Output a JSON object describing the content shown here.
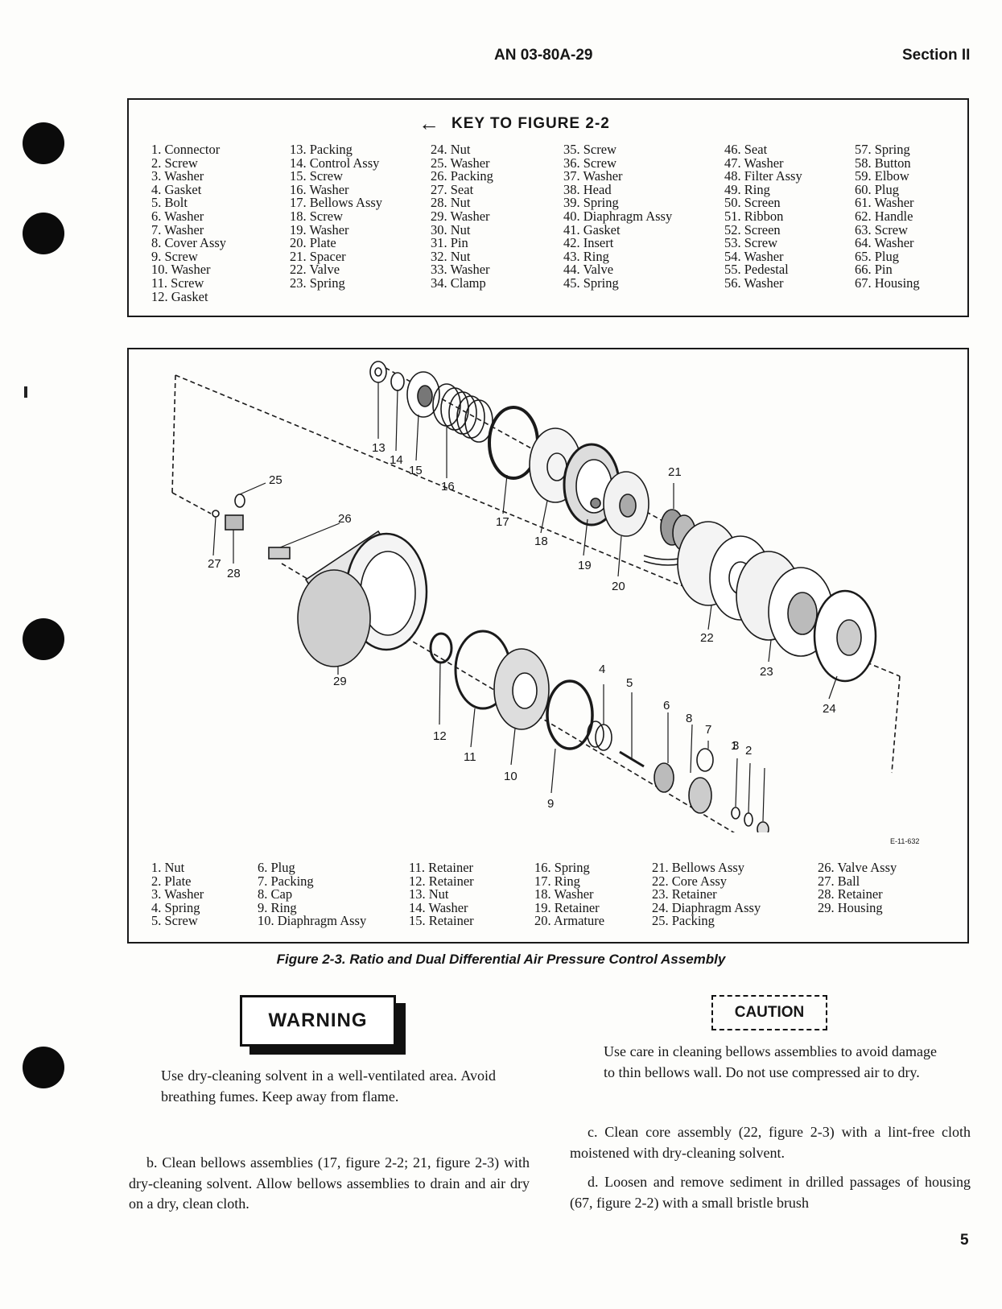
{
  "header": {
    "doc_number": "AN 03-80A-29",
    "section": "Section II"
  },
  "key": {
    "title": "KEY TO FIGURE 2-2",
    "columns": [
      [
        "1. Connector",
        "2. Screw",
        "3. Washer",
        "4. Gasket",
        "5. Bolt",
        "6. Washer",
        "7. Washer",
        "8. Cover Assy",
        "9. Screw",
        "10. Washer",
        "11. Screw",
        "12. Gasket"
      ],
      [
        "13. Packing",
        "14. Control Assy",
        "15. Screw",
        "16. Washer",
        "17. Bellows Assy",
        "18. Screw",
        "19. Washer",
        "20. Plate",
        "21. Spacer",
        "22. Valve",
        "23. Spring"
      ],
      [
        "24. Nut",
        "25. Washer",
        "26. Packing",
        "27. Seat",
        "28. Nut",
        "29. Washer",
        "30. Nut",
        "31. Pin",
        "32. Nut",
        "33. Washer",
        "34. Clamp"
      ],
      [
        "35. Screw",
        "36. Screw",
        "37. Washer",
        "38. Head",
        "39. Spring",
        "40. Diaphragm Assy",
        "41. Gasket",
        "42. Insert",
        "43. Ring",
        "44. Valve",
        "45. Spring"
      ],
      [
        "46. Seat",
        "47. Washer",
        "48. Filter Assy",
        "49. Ring",
        "50. Screen",
        "51. Ribbon",
        "52. Screen",
        "53. Screw",
        "54. Washer",
        "55. Pedestal",
        "56. Washer"
      ],
      [
        "57. Spring",
        "58. Button",
        "59. Elbow",
        "60. Plug",
        "61. Washer",
        "62. Handle",
        "63. Screw",
        "64. Washer",
        "65. Plug",
        "66. Pin",
        "67. Housing"
      ]
    ]
  },
  "figure": {
    "callouts": [
      "1",
      "2",
      "3",
      "4",
      "5",
      "6",
      "7",
      "8",
      "9",
      "10",
      "11",
      "12",
      "13",
      "14",
      "15",
      "16",
      "17",
      "18",
      "19",
      "20",
      "21",
      "22",
      "23",
      "24",
      "25",
      "26",
      "27",
      "28",
      "29"
    ],
    "code": "E-11-632",
    "legend": [
      [
        "1. Nut",
        "2. Plate",
        "3. Washer",
        "4. Spring",
        "5. Screw"
      ],
      [
        "6. Plug",
        "7. Packing",
        "8. Cap",
        "9. Ring",
        "10. Diaphragm Assy"
      ],
      [
        "11. Retainer",
        "12. Retainer",
        "13. Nut",
        "14. Washer",
        "15. Retainer"
      ],
      [
        "16. Spring",
        "17. Ring",
        "18. Washer",
        "19. Retainer",
        "20. Armature"
      ],
      [
        "21. Bellows Assy",
        "22. Core Assy",
        "23. Retainer",
        "24. Diaphragm Assy",
        "25. Packing"
      ],
      [
        "26. Valve Assy",
        "27. Ball",
        "28. Retainer",
        "29. Housing"
      ]
    ],
    "caption": "Figure 2-3. Ratio and Dual Differential Air Pressure Control Assembly"
  },
  "warning": {
    "label": "WARNING",
    "text": "Use dry-cleaning solvent in a well-ventilated area. Avoid breathing fumes. Keep away from flame."
  },
  "caution": {
    "label": "CAUTION",
    "text": "Use care in cleaning bellows assemblies to avoid damage to thin bellows wall. Do not use compressed air to dry."
  },
  "paragraphs": {
    "b": "b. Clean bellows assemblies (17, figure 2-2; 21, figure 2-3) with dry-cleaning solvent. Allow bellows assemblies to drain and air dry on a dry, clean cloth.",
    "c": "c. Clean core assembly (22, figure 2-3) with a lint-free cloth moistened with dry-cleaning solvent.",
    "d": "d. Loosen and remove sediment in drilled passages of housing (67, figure 2-2) with a small bristle brush"
  },
  "page_number": "5"
}
